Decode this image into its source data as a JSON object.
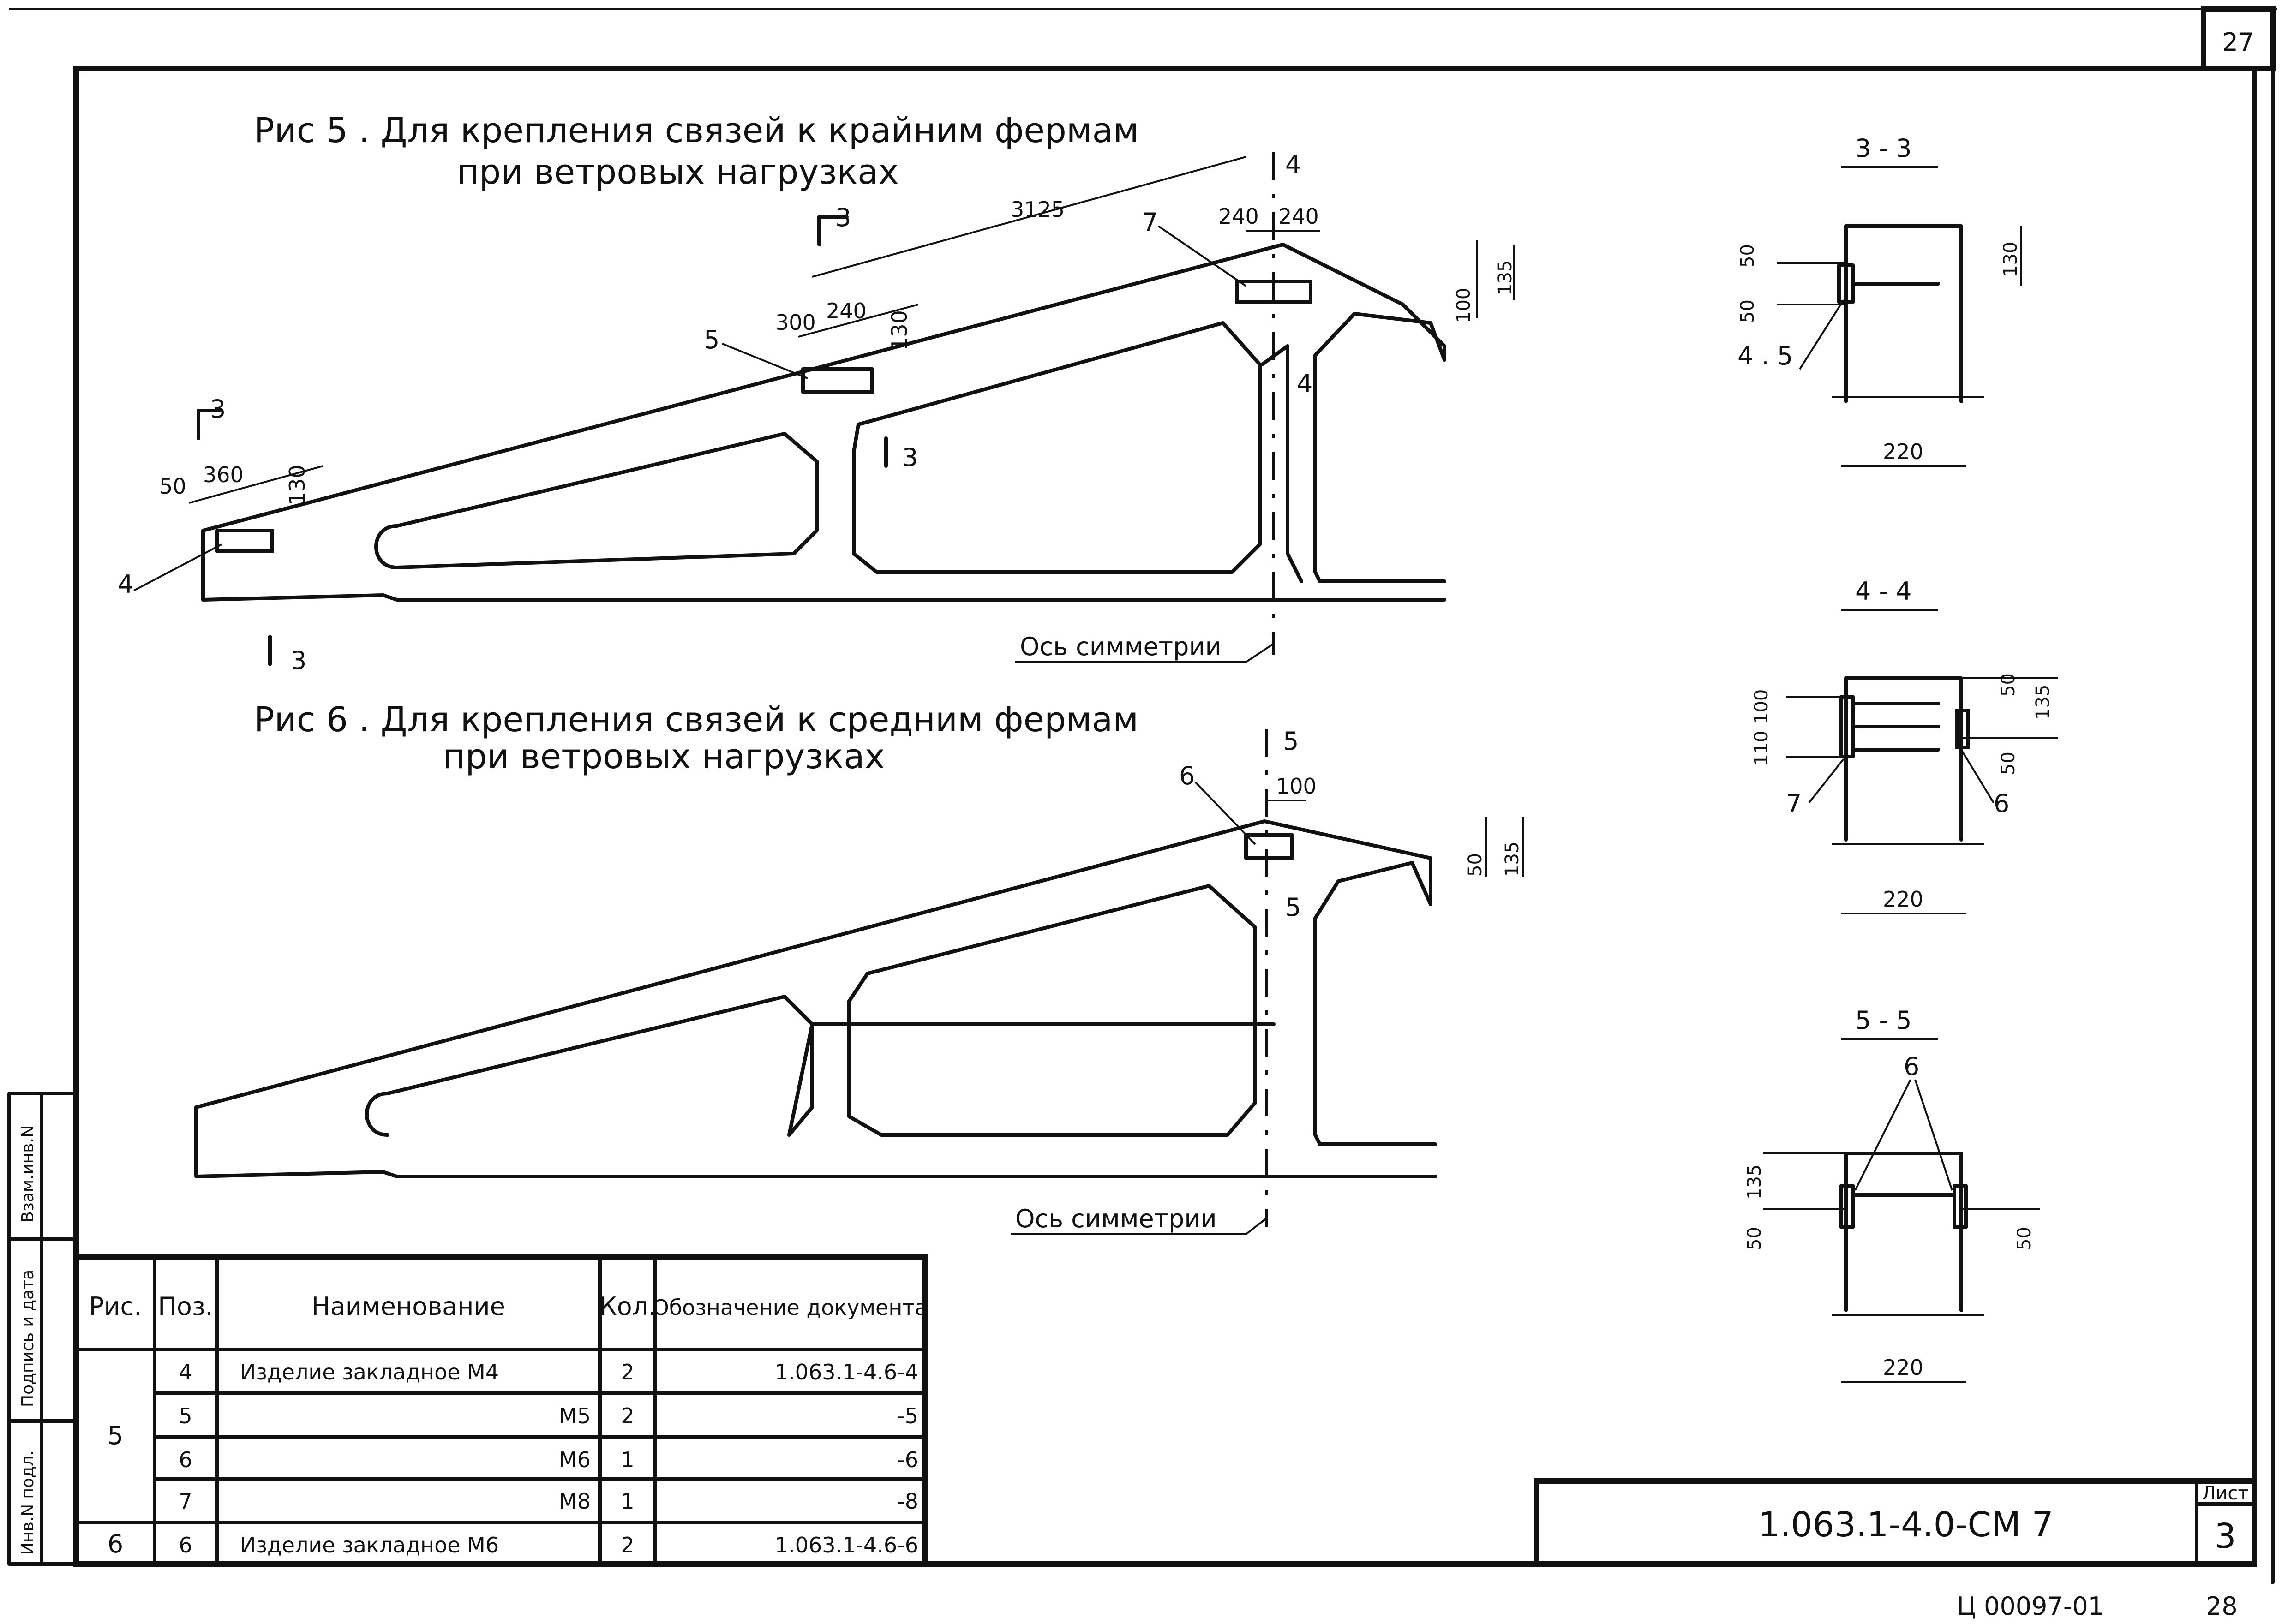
{
  "sheet_corner_number": "27",
  "figure5": {
    "title_line1": "Рис 5 . Для крепления связей к крайним фермам",
    "title_line2": "при ветровых нагрузках",
    "axis_label": "Ось симметрии",
    "dims": {
      "d3125": "3125",
      "d240a": "240",
      "d240b": "240",
      "d300": "300",
      "d240c": "240",
      "d130a": "130",
      "d50": "50",
      "d360": "360",
      "d130b": "130",
      "d135": "135",
      "d100": "100"
    },
    "pos_labels": {
      "p7": "7",
      "p5": "5",
      "p4": "4"
    },
    "section_marks": {
      "s4a": "4",
      "s4b": "4",
      "s3a": "3",
      "s3b": "3",
      "s3c": "3",
      "s3d": "3"
    }
  },
  "figure6": {
    "title_line1": "Рис 6 . Для крепления связей к средним фермам",
    "title_line2": "при ветровых нагрузках",
    "axis_label": "Ось симметрии",
    "dims": {
      "d100": "100",
      "d50": "50",
      "d135": "135"
    },
    "pos_labels": {
      "p6": "6"
    },
    "section_marks": {
      "s5a": "5",
      "s5b": "5"
    }
  },
  "section_3_3": {
    "title": "3 - 3",
    "d50a": "50",
    "d50b": "50",
    "d130": "130",
    "label": "4 . 5",
    "width": "220"
  },
  "section_4_4": {
    "title": "4 - 4",
    "d100": "100",
    "d110": "110",
    "d50a": "50",
    "d50b": "50",
    "d135": "135",
    "left_label": "7",
    "right_label": "6",
    "width": "220"
  },
  "section_5_5": {
    "title": "5 - 5",
    "label": "6",
    "d135": "135",
    "d50a": "50",
    "d50b": "50",
    "width": "220"
  },
  "spec_table": {
    "headers": [
      "Рис.",
      "Поз.",
      "Наименование",
      "Кол.",
      "Обозначение документа"
    ],
    "rows": [
      {
        "fig": "5",
        "pos": "4",
        "name": "Изделие закладное  М4",
        "qty": "2",
        "doc": "1.063.1-4.6-4"
      },
      {
        "fig": "",
        "pos": "5",
        "name": "М5",
        "qty": "2",
        "doc": "-5"
      },
      {
        "fig": "",
        "pos": "6",
        "name": "М6",
        "qty": "1",
        "doc": "-6"
      },
      {
        "fig": "",
        "pos": "7",
        "name": "М8",
        "qty": "1",
        "doc": "-8"
      },
      {
        "fig": "6",
        "pos": "6",
        "name": "Изделие закладное  М6",
        "qty": "2",
        "doc": "1.063.1-4.6-6"
      }
    ]
  },
  "side_stamp": {
    "f1": "Взам.инв.N",
    "f2": "Подпись и дата",
    "f3": "Инв.N подл."
  },
  "title_block": {
    "designation": "1.063.1-4.0-СМ 7",
    "sheet_label": "Лист",
    "sheet_number": "3"
  },
  "footer": {
    "code": "Ц 00097-01",
    "page": "28"
  }
}
